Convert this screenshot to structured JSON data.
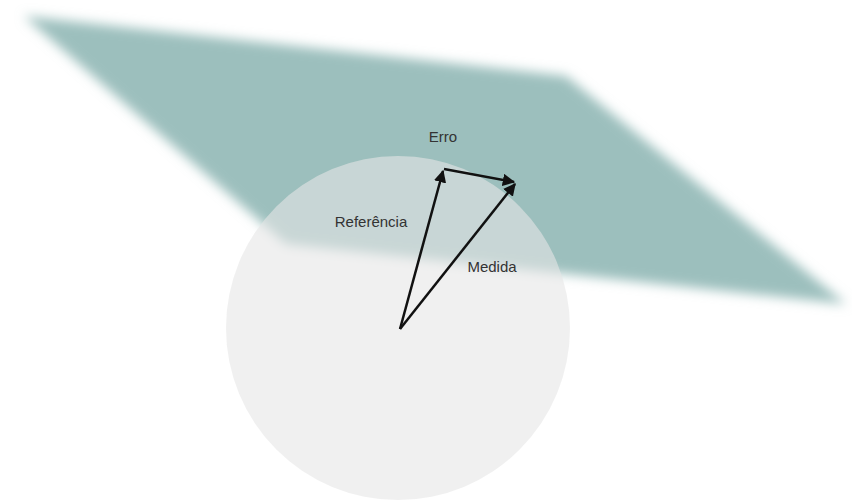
{
  "diagram": {
    "labels": [
      "Erro",
      "Referência",
      "Medida"
    ]
  }
}
